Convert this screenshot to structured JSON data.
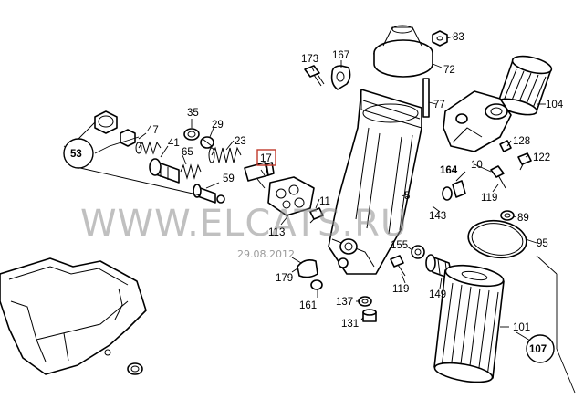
{
  "watermark": {
    "text": "WWW.ELCATS.RU",
    "date": "29.08.2012"
  },
  "callouts": {
    "c173": "173",
    "c167": "167",
    "c83": "83",
    "c72": "72",
    "c77": "77",
    "c104": "104",
    "c35": "35",
    "c47": "47",
    "c29": "29",
    "c23": "23",
    "c41": "41",
    "c65": "65",
    "c59": "59",
    "c17": "17",
    "c53": "53",
    "c11": "11",
    "c5": "5",
    "c164": "164",
    "c128": "128",
    "c122": "122",
    "c10": "10",
    "c119a": "119",
    "c143": "143",
    "c89": "89",
    "c113": "113",
    "c155": "155",
    "c95": "95",
    "c179": "179",
    "c119b": "119",
    "c149": "149",
    "c161": "161",
    "c137": "137",
    "c131": "131",
    "c101": "101",
    "c107": "107"
  }
}
